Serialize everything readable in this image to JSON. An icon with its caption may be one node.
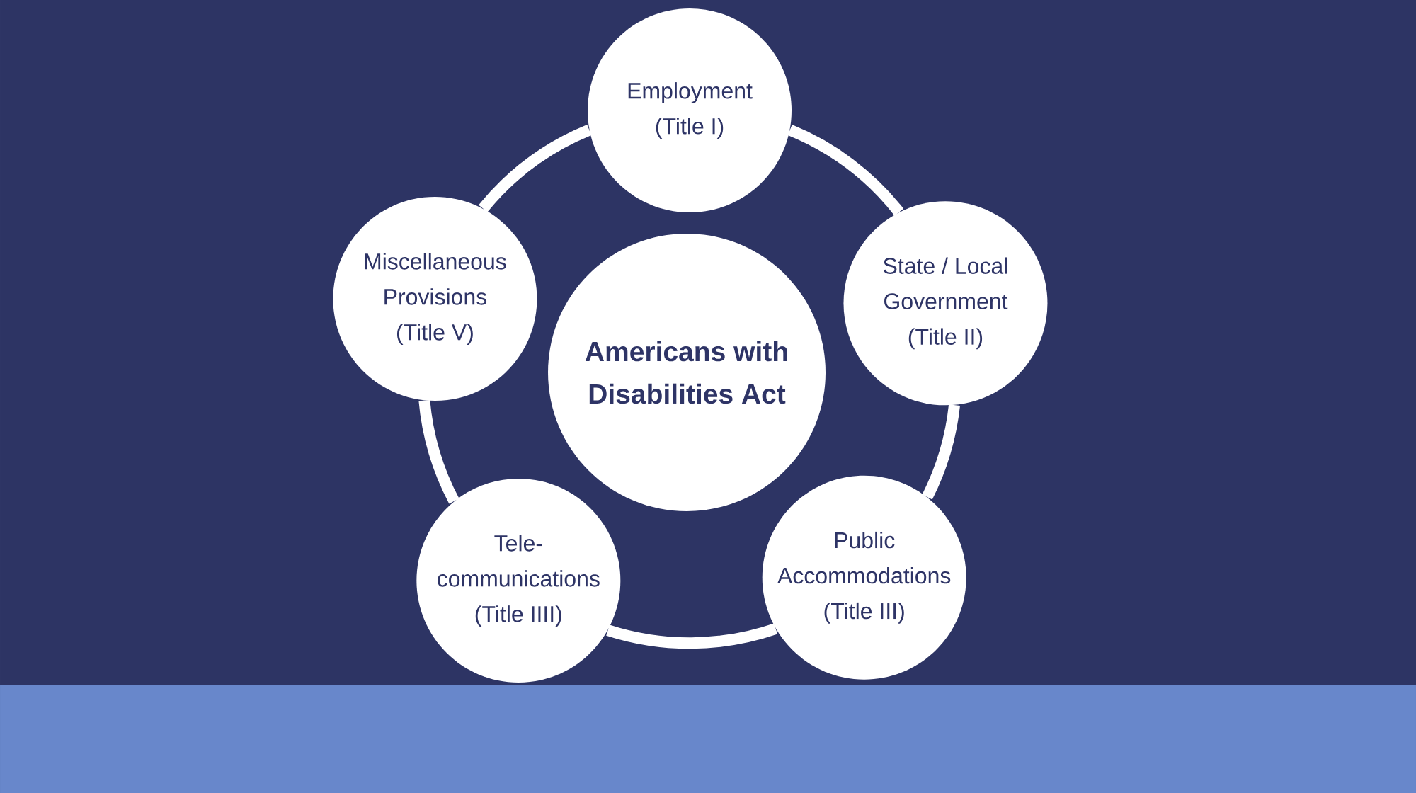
{
  "diagram": {
    "nodes": [
      {
        "text": [
          "Employment",
          "(Title I)"
        ]
      },
      {
        "text": [
          "Miscellaneous Provisions",
          "(Title V)"
        ]
      },
      {
        "text": [
          "Americans with Disabilities Act"
        ]
      },
      {
        "text": [
          "State / Local Government",
          "(Title II)"
        ]
      },
      {
        "text": [
          "Tele- communications",
          "(Title IIII)"
        ]
      },
      {
        "text": [
          "Public Accommodations",
          "(Title III)"
        ]
      }
    ],
    "edges": [
      {
        "from": 0,
        "to": 3,
        "arrow": "none"
      },
      {
        "from": 3,
        "to": 5,
        "arrow": "none"
      },
      {
        "from": 5,
        "to": 4,
        "arrow": "none"
      },
      {
        "from": 4,
        "to": 1,
        "arrow": "none"
      },
      {
        "from": 1,
        "to": 0,
        "arrow": "none"
      }
    ]
  }
}
